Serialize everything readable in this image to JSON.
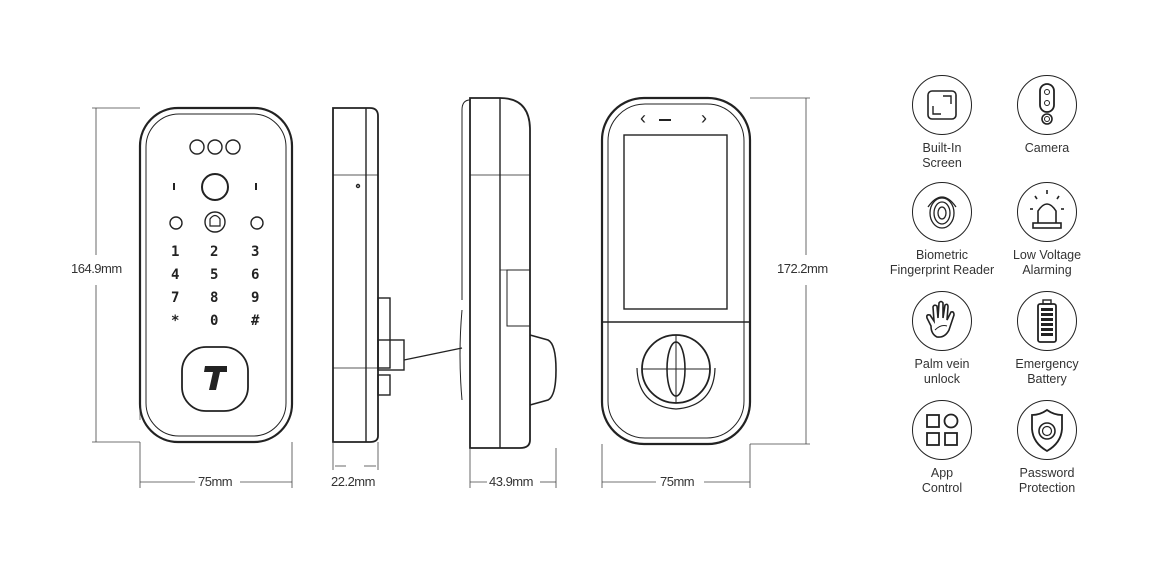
{
  "diagram": {
    "views": [
      {
        "name": "front-keypad",
        "width_label": "75mm",
        "height_label": "164.9mm"
      },
      {
        "name": "side-outer",
        "depth_label": "22.2mm"
      },
      {
        "name": "side-inner",
        "depth_label": "43.9mm"
      },
      {
        "name": "back-screen",
        "width_label": "75mm",
        "height_label": "172.2mm"
      }
    ],
    "keypad": {
      "keys": [
        "1",
        "2",
        "3",
        "4",
        "5",
        "6",
        "7",
        "8",
        "9",
        "*",
        "0",
        "#"
      ],
      "logo": "T"
    },
    "screen_nav": {
      "prev": "‹",
      "home": "—",
      "next": "›"
    },
    "features": [
      {
        "label_line1": "Built-In",
        "label_line2": "Screen",
        "icon": "screen-icon"
      },
      {
        "label_line1": "Camera",
        "label_line2": "",
        "icon": "camera-icon"
      },
      {
        "label_line1": "Biometric",
        "label_line2": "Fingerprint Reader",
        "icon": "fingerprint-icon"
      },
      {
        "label_line1": "Low Voltage",
        "label_line2": "Alarming",
        "icon": "alarm-light-icon"
      },
      {
        "label_line1": "Palm vein",
        "label_line2": "unlock",
        "icon": "palm-icon"
      },
      {
        "label_line1": "Emergency",
        "label_line2": "Battery",
        "icon": "battery-icon"
      },
      {
        "label_line1": "App",
        "label_line2": "Control",
        "icon": "app-grid-icon"
      },
      {
        "label_line1": "Password",
        "label_line2": "Protection",
        "icon": "shield-icon"
      }
    ]
  }
}
